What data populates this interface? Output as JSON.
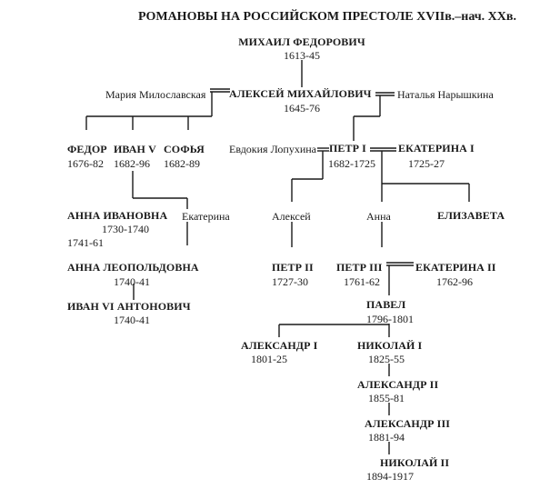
{
  "title": "РОМАНОВЫ НА РОССИЙСКОМ ПРЕСТОЛЕ XVIIв.–нач. XXв.",
  "people": {
    "mikhail": {
      "name": "МИХАИЛ ФЕДОРОВИЧ",
      "years": "1613-45"
    },
    "aleksei": {
      "name": "АЛЕКСЕЙ МИХАЙЛОВИЧ",
      "years": "1645-76"
    },
    "maria": {
      "name": "Мария Милославская"
    },
    "natalia": {
      "name": "Наталья Нарышкина"
    },
    "fedor": {
      "name": "ФЕДОР",
      "years": "1676-82"
    },
    "ivan5": {
      "name": "ИВАН V",
      "years": "1682-96"
    },
    "sofia": {
      "name": "СОФЬЯ",
      "years": "1682-89"
    },
    "evdokia": {
      "name": "Евдокия Лопухина"
    },
    "petr1": {
      "name": "ПЕТР I",
      "years": "1682-1725"
    },
    "ekaterina1": {
      "name": "ЕКАТЕРИНА I",
      "years": "1725-27"
    },
    "anna_ivanovna": {
      "name": "АННА ИВАНОВНА",
      "years": "1730-1740",
      "years2": "1741-61"
    },
    "ekaterina_d": {
      "name": "Екатерина"
    },
    "aleksei_p": {
      "name": "Алексей"
    },
    "anna_p": {
      "name": "Анна"
    },
    "elizaveta": {
      "name": "ЕЛИЗАВЕТА"
    },
    "anna_leop": {
      "name": "АННА ЛЕОПОЛЬДОВНА",
      "years": "1740-41"
    },
    "petr2": {
      "name": "ПЕТР II",
      "years": "1727-30"
    },
    "petr3": {
      "name": "ПЕТР III",
      "years": "1761-62"
    },
    "ekaterina2": {
      "name": "ЕКАТЕРИНА II",
      "years": "1762-96"
    },
    "ivan6": {
      "name": "ИВАН VI АНТОНОВИЧ",
      "years": "1740-41"
    },
    "pavel": {
      "name": "ПАВЕЛ",
      "years": "1796-1801"
    },
    "aleksandr1": {
      "name": "АЛЕКСАНДР I",
      "years": "1801-25"
    },
    "nikolai1": {
      "name": "НИКОЛАЙ I",
      "years": "1825-55"
    },
    "aleksandr2": {
      "name": "АЛЕКСАНДР II",
      "years": "1855-81"
    },
    "aleksandr3": {
      "name": "АЛЕКСАНДР III",
      "years": "1881-94"
    },
    "nikolai2": {
      "name": "НИКОЛАЙ II",
      "years": "1894-1917"
    }
  },
  "colors": {
    "ink": "#1a1a1a",
    "background": "#ffffff"
  }
}
